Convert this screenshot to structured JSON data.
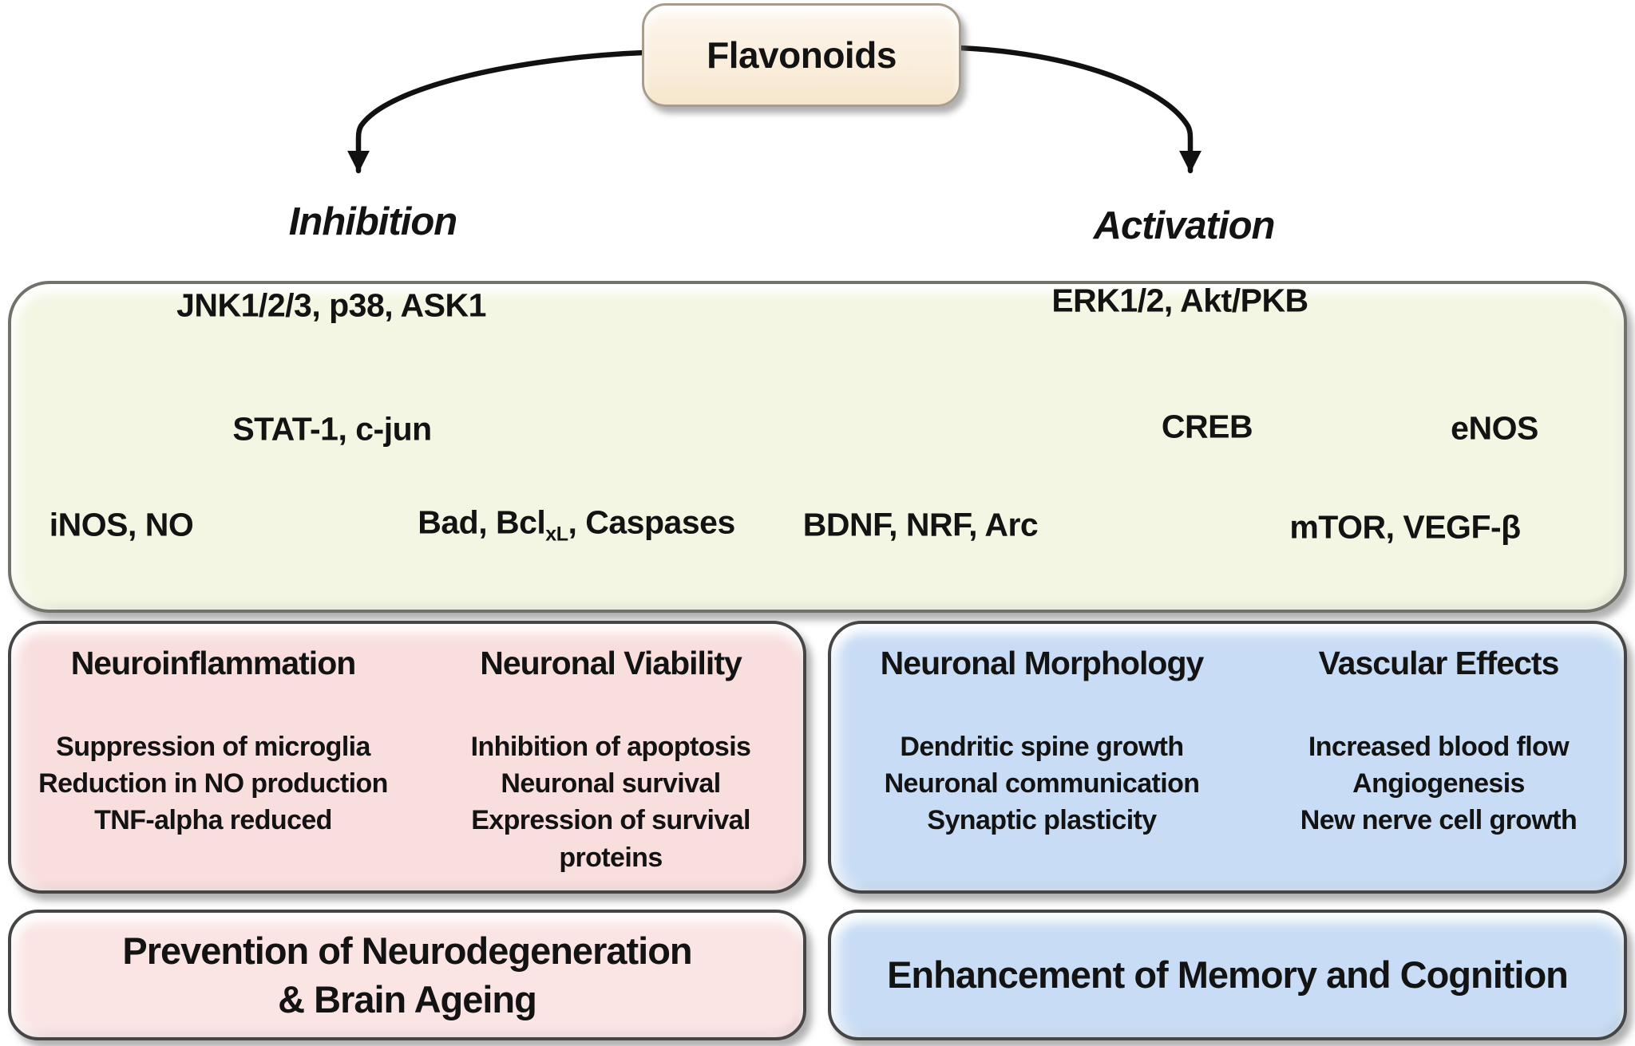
{
  "flavonoids": "Flavonoids",
  "branches": {
    "left": "Inhibition",
    "right": "Activation"
  },
  "pathway": {
    "jnk": "JNK1/2/3, p38, ASK1",
    "stat": "STAT-1, c-jun",
    "inos": "iNOS, NO",
    "bad_pre": "Bad, Bcl",
    "bad_sub": "xL",
    "bad_post": ", Caspases",
    "erk": "ERK1/2, Akt/PKB",
    "creb": "CREB",
    "enos": "eNOS",
    "bdnf": "BDNF, NRF, Arc",
    "mtor": "mTOR, VEGF-β"
  },
  "outcomes": {
    "inhibition": {
      "col1": {
        "title": "Neuroinflammation",
        "items": [
          "Suppression of microglia",
          "Reduction in NO production",
          "TNF-alpha reduced"
        ]
      },
      "col2": {
        "title": "Neuronal Viability",
        "items": [
          "Inhibition of apoptosis",
          "Neuronal survival",
          "Expression of survival proteins"
        ]
      }
    },
    "activation": {
      "col1": {
        "title": "Neuronal Morphology",
        "items": [
          "Dendritic spine growth",
          "Neuronal communication",
          "Synaptic plasticity"
        ]
      },
      "col2": {
        "title": "Vascular Effects",
        "items": [
          "Increased blood flow",
          "Angiogenesis",
          "New nerve cell growth"
        ]
      }
    }
  },
  "final": {
    "left_line1": "Prevention of Neurodegeneration",
    "left_line2": "& Brain Ageing",
    "right": "Enhancement of Memory and Cognition"
  },
  "colors": {
    "canvas_bg": "#ffffff",
    "cream_box": "#faeedd",
    "cream_box_border": "#a79d8e",
    "green_box": "#f3f6e2",
    "green_box_border": "#72716a",
    "pink_box": "#f9dede",
    "pink_box_light": "#fbe4e4",
    "pink_box_border": "#454545",
    "blue_box": "#c8ddf5",
    "blue_box_border": "#454545",
    "line": "#111111",
    "text": "#131313"
  }
}
